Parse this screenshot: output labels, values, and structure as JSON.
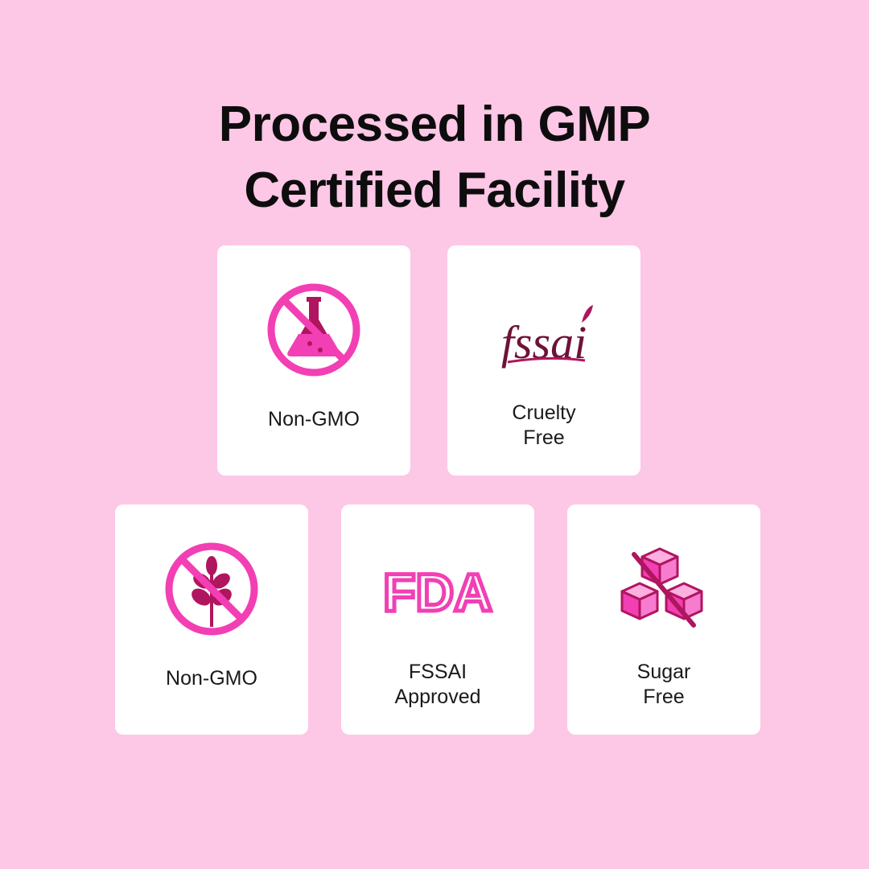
{
  "headline": {
    "line1": "Processed in GMP",
    "line2": "Certified Facility"
  },
  "colors": {
    "background": "#fdc7e6",
    "card": "#ffffff",
    "accent_magenta": "#f23fb4",
    "accent_dark": "#b0155f",
    "fssai_maroon": "#6e1238",
    "text": "#1a1a1a"
  },
  "cards": [
    {
      "icon": "no-flask-icon",
      "label_line1": "Non-GMO",
      "label_line2": ""
    },
    {
      "icon": "fssai-logo",
      "logo_text": "fssai",
      "label_line1": "Cruelty",
      "label_line2": "Free"
    },
    {
      "icon": "no-wheat-icon",
      "label_line1": "Non-GMO",
      "label_line2": ""
    },
    {
      "icon": "fda-logo",
      "logo_text": "FDA",
      "label_line1": "FSSAI",
      "label_line2": "Approved"
    },
    {
      "icon": "no-sugar-cubes-icon",
      "label_line1": "Sugar",
      "label_line2": "Free"
    }
  ]
}
